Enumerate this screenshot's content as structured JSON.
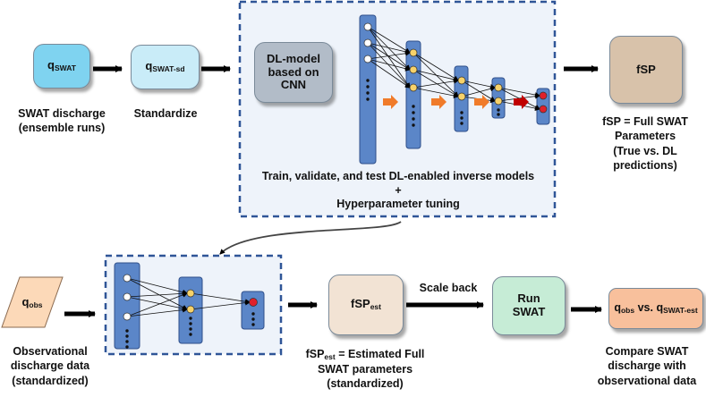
{
  "top": {
    "q_swat": {
      "main": "q",
      "sub": "SWAT"
    },
    "q_swat_caption": [
      "SWAT discharge",
      "(ensemble runs)"
    ],
    "q_swat_sd": {
      "main": "q",
      "sub": "SWAT-sd"
    },
    "standardize_caption": "Standardize",
    "dl_model_label": [
      "DL-model",
      "based on",
      "CNN"
    ],
    "train_caption": [
      "Train, validate, and test DL-enabled inverse models",
      "+",
      "Hyperparameter tuning"
    ],
    "fsp_label": "fSP",
    "fsp_caption": [
      "fSP = Full SWAT",
      "Parameters",
      "(True vs. DL",
      "predictions)"
    ]
  },
  "bottom": {
    "q_obs": {
      "main": "q",
      "sub": "obs"
    },
    "q_obs_caption": [
      "Observational",
      "discharge data",
      "(standardized)"
    ],
    "fsp_est": {
      "main": "fSP",
      "sub": "est"
    },
    "fsp_est_caption": {
      "line1_main": "fSP",
      "line1_sub": "est",
      "line1_rest": " = Estimated Full",
      "line2": "SWAT parameters",
      "line3": "(standardized)"
    },
    "scale_back_label": "Scale back",
    "run_swat_label": [
      "Run",
      "SWAT"
    ],
    "compare_box": {
      "a_main": "q",
      "a_sub": "obs",
      "vs": " vs. ",
      "b_main": "q",
      "b_sub": "SWAT-est"
    },
    "compare_caption": [
      "Compare SWAT",
      "discharge with",
      "observational data"
    ]
  },
  "colors": {
    "q_swat_fill": "#7fd3f0",
    "q_swat_sd_fill": "#c9ecf8",
    "dl_model_fill": "#b2bcc8",
    "fsp_fill": "#d8c2aa",
    "q_obs_fill": "#fcd9b8",
    "fsp_est_fill": "#f2e3d4",
    "run_swat_fill": "#c6ecd6",
    "compare_fill": "#f8c09c",
    "panel_fill": "#eef3fa",
    "panel_border": "#2f5597",
    "layer_fill": "#5b86c8",
    "node_white": "#ffffff",
    "node_yellow": "#f7d26a",
    "node_red": "#e0202a",
    "arrow_orange": "#f07b2a",
    "arrow_red": "#c00000"
  }
}
